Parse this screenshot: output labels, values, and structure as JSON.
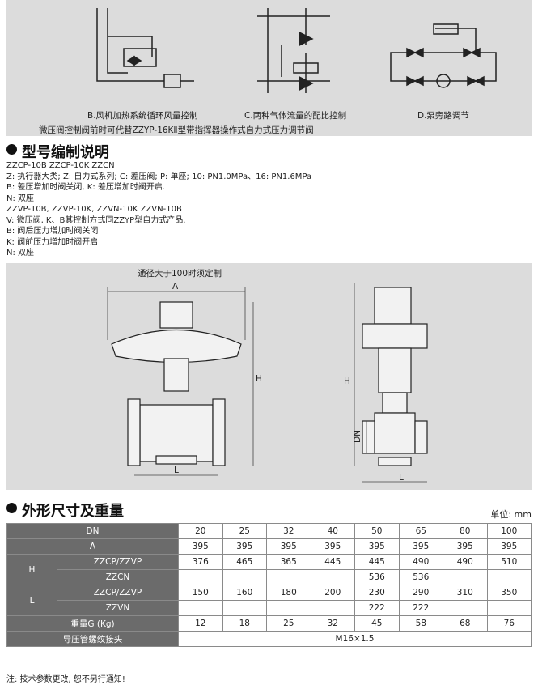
{
  "diagrams_top": {
    "caption_b": "B.风机加热系统循环风量控制",
    "caption_c": "C.两种气体流量的配比控制",
    "caption_d": "D.泵旁路调节",
    "footnote": "微压阀控制阀前时可代替ZZYP-16KⅡ型带指挥器操作式自力式压力调节阀"
  },
  "section_model": {
    "title": "型号编制说明",
    "lines": [
      "ZZCP-10B  ZZCP-10K  ZZCN",
      "Z: 执行器大类; Z: 自力式系列; C: 差压阀; P: 单座; 10: PN1.0MPa、16: PN1.6MPa",
      "B: 差压增加时阀关闭, K: 差压增加时阀开启.",
      "N: 双座",
      "ZZVP-10B,  ZZVP-10K,  ZZVN-10K  ZZVN-10B",
      "V: 微压阀,  K、B其控制方式同ZZYP型自力式产品.",
      "B: 阀后压力增加时阀关闭",
      "K: 阀前压力增加时阀开启",
      "N: 双座"
    ]
  },
  "drawing": {
    "note": "通径大于100时须定制",
    "label_a": "A",
    "label_h": "H",
    "label_l": "L",
    "label_dn": "DN"
  },
  "section_dims": {
    "title": "外形尺寸及重量",
    "unit": "单位: mm"
  },
  "table": {
    "dn_label": "DN",
    "dn": [
      "20",
      "25",
      "32",
      "40",
      "50",
      "65",
      "80",
      "100"
    ],
    "a_label": "A",
    "a": [
      "395",
      "395",
      "395",
      "395",
      "395",
      "395",
      "395",
      "395"
    ],
    "h_label": "H",
    "h_zzcp_label": "ZZCP/ZZVP",
    "h_zzcp": [
      "376",
      "465",
      "365",
      "445",
      "445",
      "490",
      "490",
      "510"
    ],
    "h_zzcn_label": "ZZCN",
    "h_zzcn": [
      "",
      "",
      "",
      "",
      "536",
      "536",
      "",
      ""
    ],
    "l_label": "L",
    "l_zzcp_label": "ZZCP/ZZVP",
    "l_zzcp": [
      "150",
      "160",
      "180",
      "200",
      "230",
      "290",
      "310",
      "350"
    ],
    "l_zzvn_label": "ZZVN",
    "l_zzvn": [
      "",
      "",
      "",
      "",
      "222",
      "222",
      "",
      ""
    ],
    "weight_label": "重量G (Kg)",
    "weight": [
      "12",
      "18",
      "25",
      "32",
      "45",
      "58",
      "68",
      "76"
    ],
    "joint_label": "导压管螺纹接头",
    "joint": "M16×1.5"
  },
  "footer": {
    "note": "注: 技术参数更改, 恕不另行通知!"
  }
}
